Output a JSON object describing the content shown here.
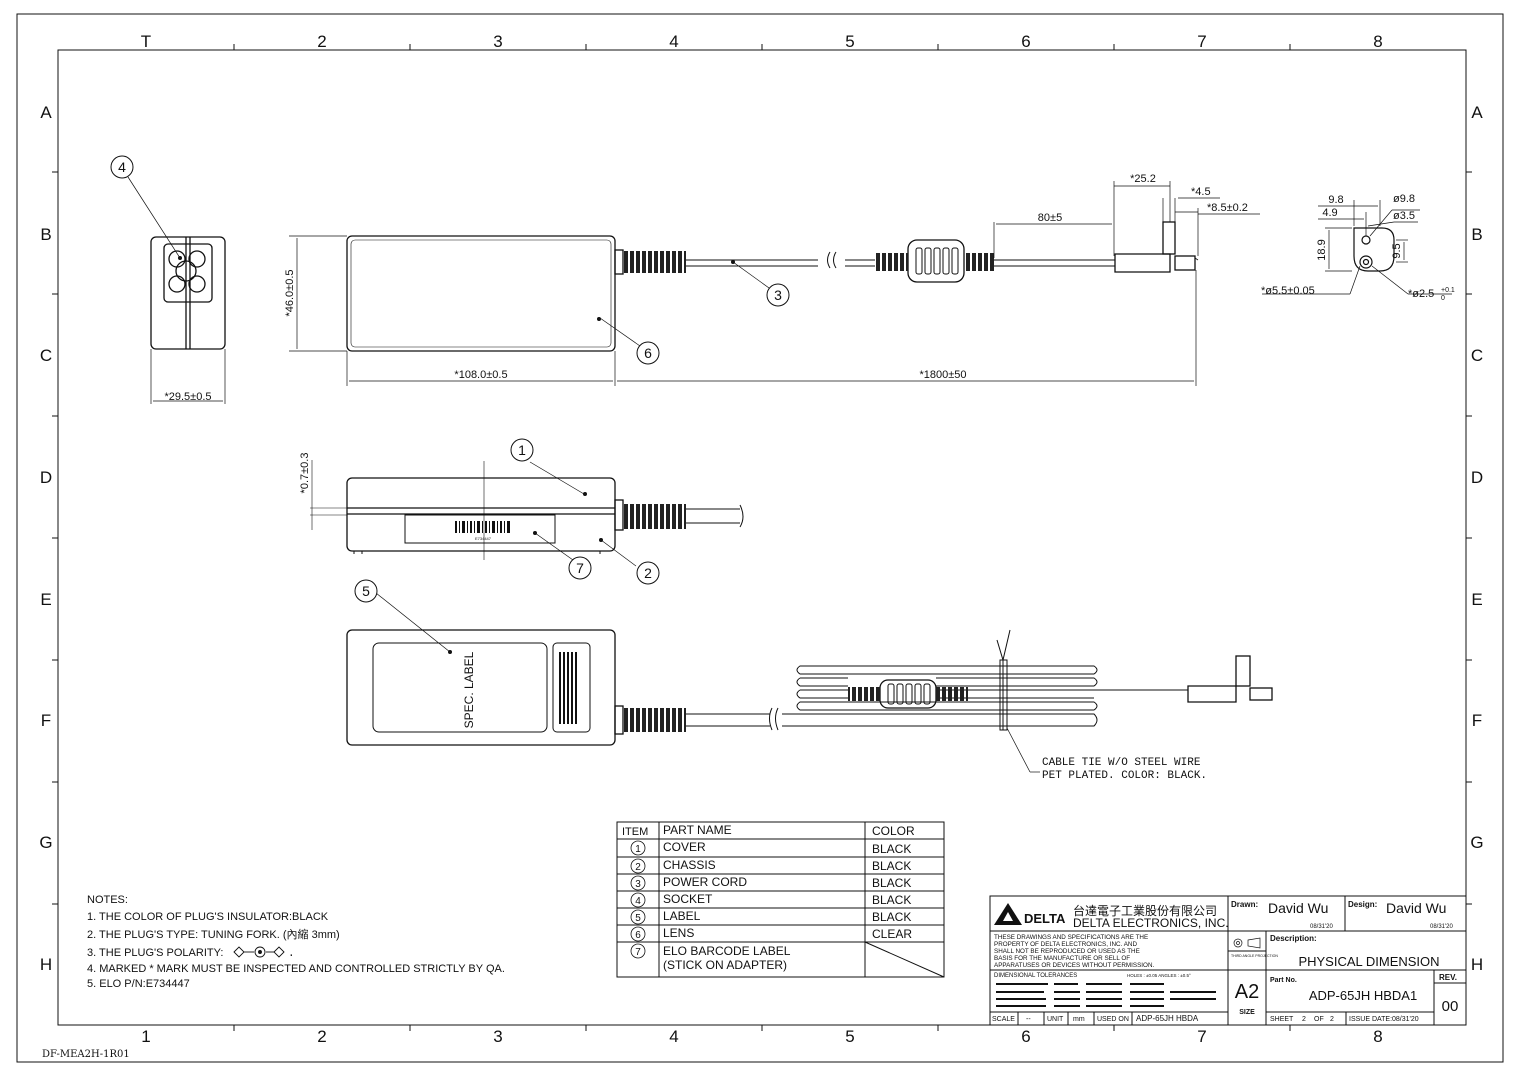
{
  "border": {
    "columns": [
      "T",
      "2",
      "3",
      "4",
      "5",
      "6",
      "7",
      "8"
    ],
    "columns_bottom": [
      "1",
      "2",
      "3",
      "4",
      "5",
      "6",
      "7",
      "8"
    ],
    "rows": [
      "A",
      "B",
      "C",
      "D",
      "E",
      "F",
      "G",
      "H"
    ],
    "form_code": "DF-MEA2H-1R01"
  },
  "dimensions": {
    "width_side": "*29.5±0.5",
    "height": "*46.0±0.5",
    "length": "*108.0±0.5",
    "cord_length": "*1800±50",
    "ferrite_to_plug": "80±5",
    "plug_body": "*25.2",
    "plug_tip_a": "*4.5",
    "plug_tip_b": "*8.5±0.2",
    "gap": "*0.7±0.3",
    "plug_outer_dia": "*ø5.5±0.05",
    "plug_inner_dia_base": "*ø2.5",
    "plug_inner_tol_up": "+0.1",
    "plug_inner_tol_down": "0",
    "conn_98": "9.8",
    "conn_49": "4.9",
    "conn_dia98": "ø9.8",
    "conn_dia35": "ø3.5",
    "conn_189": "18.9",
    "conn_95": "9.5"
  },
  "balloons": [
    "1",
    "2",
    "3",
    "4",
    "5",
    "6",
    "7"
  ],
  "views": {
    "spec_label": "SPEC. LABEL",
    "barcode_text": "E734447",
    "cable_tie_line1": "CABLE TIE W/O STEEL WIRE",
    "cable_tie_line2": "PET PLATED. COLOR: BLACK."
  },
  "bom": {
    "headers": [
      "ITEM",
      "PART NAME",
      "COLOR"
    ],
    "rows": [
      {
        "item": "1",
        "name": "COVER",
        "color": "BLACK"
      },
      {
        "item": "2",
        "name": "CHASSIS",
        "color": "BLACK"
      },
      {
        "item": "3",
        "name": "POWER CORD",
        "color": "BLACK"
      },
      {
        "item": "4",
        "name": "SOCKET",
        "color": "BLACK"
      },
      {
        "item": "5",
        "name": "LABEL",
        "color": "BLACK"
      },
      {
        "item": "6",
        "name": "LENS",
        "color": "CLEAR"
      },
      {
        "item": "7",
        "name": "ELO BARCODE LABEL",
        "name2": "(STICK ON ADAPTER)",
        "color": ""
      }
    ]
  },
  "notes": {
    "title": "NOTES:",
    "lines": [
      "1. THE COLOR OF PLUG'S INSULATOR:BLACK",
      "2. THE PLUG'S TYPE: TUNING FORK. (內縮 3mm)",
      "3. THE PLUG'S POLARITY:",
      "4. MARKED * MARK MUST BE INSPECTED AND CONTROLLED STRICTLY BY QA.",
      "5. ELO P/N:E734447"
    ]
  },
  "title_block": {
    "company_cn": "台達電子工業股份有限公司",
    "company_en": "DELTA ELECTRONICS, INC.",
    "logo_text": "DELTA",
    "drawn_label": "Drawn:",
    "drawn_name": "David Wu",
    "drawn_date": "08/31'20",
    "design_label": "Design:",
    "design_name": "David Wu",
    "design_date": "08/31'20",
    "property_note": [
      "THESE DRAWINGS AND SPECIFICATIONS ARE THE",
      "PROPERTY OF DELTA ELECTRONICS, INC. AND",
      "SHALL NOT BE REPRODUCED OR USED AS THE",
      "BASIS FOR THE MANUFACTURE OR SELL OF",
      "APPARATUSES OR DEVICES WITHOUT PERMISSION."
    ],
    "projection": "THIRD ANGLE PROJECTION",
    "description_label": "Description:",
    "description": "PHYSICAL DIMENSION",
    "tolerances_label": "DIMENSIONAL TOLERANCES",
    "tolerance_holes": "HOLES : ±0.05  ANGLES : ±0.5°",
    "size": "A2",
    "size_label": "SIZE",
    "part_no_label": "Part No.",
    "part_no": "ADP-65JH HBDA1",
    "rev_label": "REV.",
    "rev": "00",
    "scale_label": "SCALE",
    "scale": "--",
    "unit_label": "UNIT",
    "unit": "mm",
    "used_on_label": "USED ON",
    "used_on": "ADP-65JH HBDA",
    "sheet_label": "SHEET",
    "sheet": "2",
    "sheet_of": "OF",
    "sheet_total": "2",
    "issue_label": "ISSUE DATE:",
    "issue_date": "08/31'20"
  }
}
